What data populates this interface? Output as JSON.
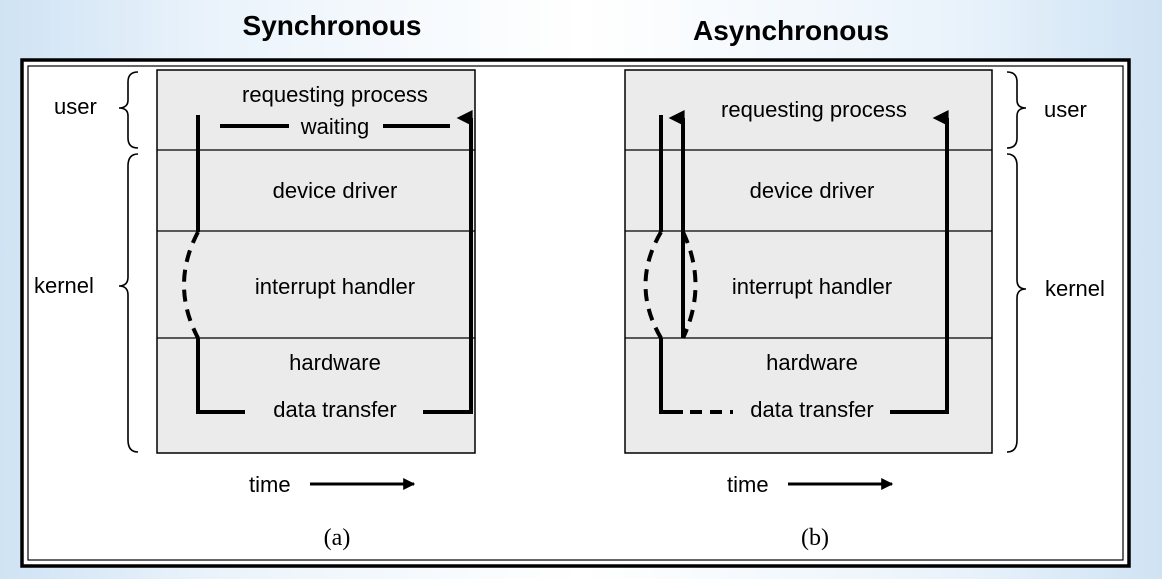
{
  "panels": {
    "sync": {
      "title": "Synchronous",
      "layers": {
        "requesting_process": "requesting process",
        "waiting": "waiting",
        "device_driver": "device driver",
        "interrupt_handler": "interrupt handler",
        "hardware": "hardware",
        "data_transfer": "data transfer"
      },
      "brace_user": "user",
      "brace_kernel": "kernel",
      "time_label": "time",
      "caption": "(a)"
    },
    "async": {
      "title": "Asynchronous",
      "layers": {
        "requesting_process": "requesting process",
        "device_driver": "device driver",
        "interrupt_handler": "interrupt handler",
        "hardware": "hardware",
        "data_transfer": "data transfer"
      },
      "brace_user": "user",
      "brace_kernel": "kernel",
      "time_label": "time",
      "caption": "(b)"
    }
  }
}
